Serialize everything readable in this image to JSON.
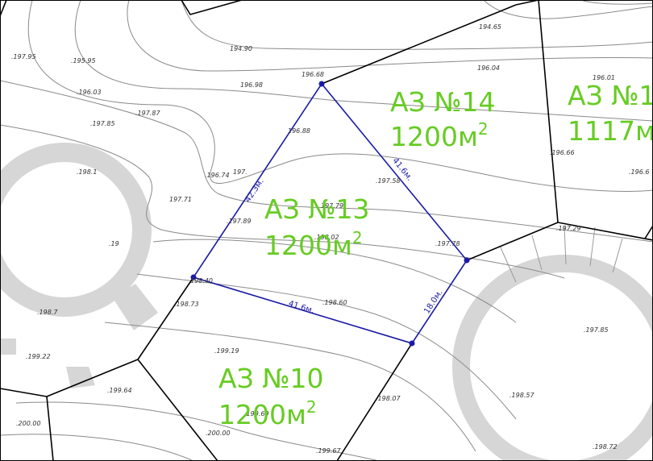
{
  "elevations": [
    "194.65",
    "194.90",
    ".197.95",
    ".195.95",
    "196.68",
    "196.04",
    "196.01",
    ".196.03",
    "196.98",
    ".197.87",
    ".197.85",
    "196.88",
    ".196.66",
    ".198.1",
    ".196.74",
    "197.",
    ".197.58",
    ".196.6",
    "197.71",
    "197.79",
    ".197.89",
    ".198.02",
    ".197.78",
    ".197.29",
    ".19",
    "198.40",
    ".198.73",
    ".198.60",
    ".198.7",
    ".197.85",
    ".199.22",
    ".199.19",
    ".199.64",
    ".199.69",
    ".198.07",
    ".198.57",
    ".200.00",
    ".200.00",
    ".199.67",
    ".198.72"
  ],
  "plots": [
    {
      "id": "АЗ №14",
      "area": "1200м",
      "sup": "2"
    },
    {
      "id": "АЗ №1",
      "area": "1117м",
      "sup": "2"
    },
    {
      "id": "АЗ №13",
      "area": "1200м",
      "sup": "2"
    },
    {
      "id": "АЗ №10",
      "area": "1200м",
      "sup": "2"
    }
  ],
  "dimensions": [
    "42.3м.",
    "41.6м.",
    "41.6м.",
    "18.0м."
  ],
  "colors": {
    "plot_label": "#66cc22",
    "highlight_boundary": "#1a1aa6",
    "boundary": "#000000",
    "contour": "#8a8a8a",
    "cul_de_sac": "#d6d6d6"
  }
}
